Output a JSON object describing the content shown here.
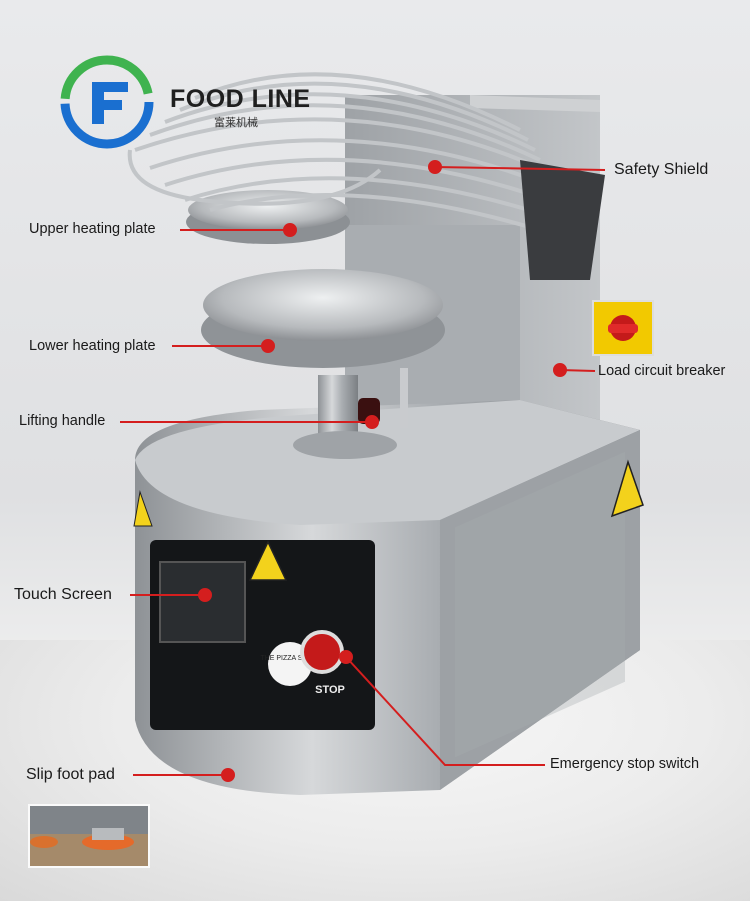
{
  "logo": {
    "name": "FOOD LINE",
    "subtitle": "富莱机械"
  },
  "machine": {
    "panel_text": "THE PIZZA SHOW",
    "stop_text": "STOP"
  },
  "labels": {
    "safety_shield": "Safety Shield",
    "upper_heating_plate": "Upper heating plate",
    "lower_heating_plate": "Lower heating plate",
    "load_circuit_breaker": "Load circuit breaker",
    "lifting_handle": "Lifting handle",
    "touch_screen": "Touch Screen",
    "slip_foot_pad": "Slip foot pad",
    "emergency_stop_switch": "Emergency stop switch"
  },
  "colors": {
    "callout": "#d41e1e",
    "steel": "#b5b8bb",
    "logo_blue": "#1a6fd0",
    "logo_green": "#3fb34f",
    "warning_yellow": "#f3d21c",
    "breaker_red": "#c41a1a"
  }
}
